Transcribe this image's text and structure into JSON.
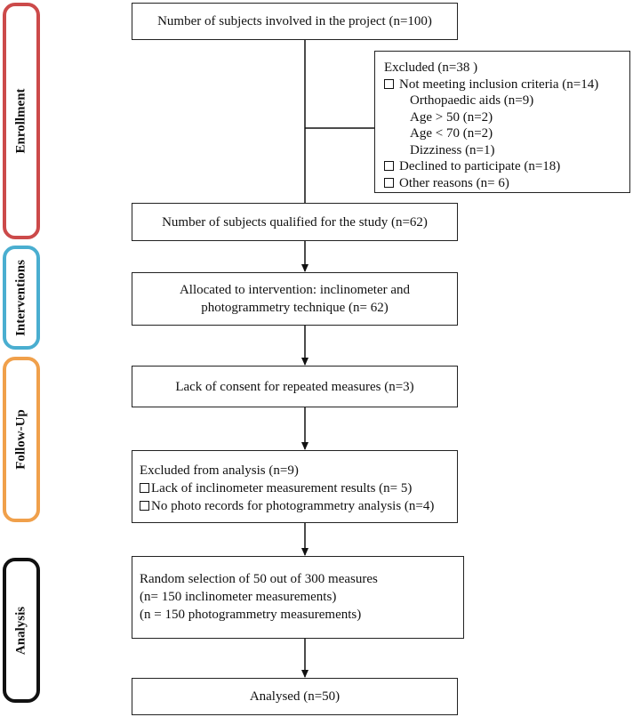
{
  "phases": {
    "enrollment": {
      "label": "Enrollment",
      "color": "#cc4a4a"
    },
    "interventions": {
      "label": "Interventions",
      "color": "#4aaed0"
    },
    "follow_up": {
      "label": "Follow-Up",
      "color": "#f0a04b"
    },
    "analysis": {
      "label": "Analysis",
      "color": "#111111"
    }
  },
  "boxes": {
    "subjects_involved": "Number of subjects involved in the project (n=100)",
    "excluded": {
      "title": "Excluded  (n=38 )",
      "not_meeting": "Not meeting inclusion criteria (n=14)",
      "orthopaedic": "Orthopaedic aids (n=9)",
      "age_over": "Age > 50  (n=2)",
      "age_under": "Age < 70  (n=2)",
      "dizziness": "Dizziness (n=1)",
      "declined": "Declined to participate (n=18)",
      "other": "Other reasons (n= 6)"
    },
    "qualified": "Number of subjects qualified for the study (n=62)",
    "allocated_line1": "Allocated to intervention: inclinometer and",
    "allocated_line2": "photogrammetry technique (n= 62)",
    "lack_consent": "Lack of consent for repeated measures (n=3)",
    "excluded_analysis": {
      "title": "Excluded from analysis (n=9)",
      "item1": "Lack of inclinometer measurement results (n= 5)",
      "item2": "No photo records for photogrammetry analysis  (n=4)"
    },
    "random_selection": {
      "line1": "Random selection of 50 out of 300 measures",
      "line2": "(n= 150 inclinometer measurements)",
      "line3": "(n = 150 photogrammetry measurements)"
    },
    "analysed": "Analysed  (n=50)"
  }
}
